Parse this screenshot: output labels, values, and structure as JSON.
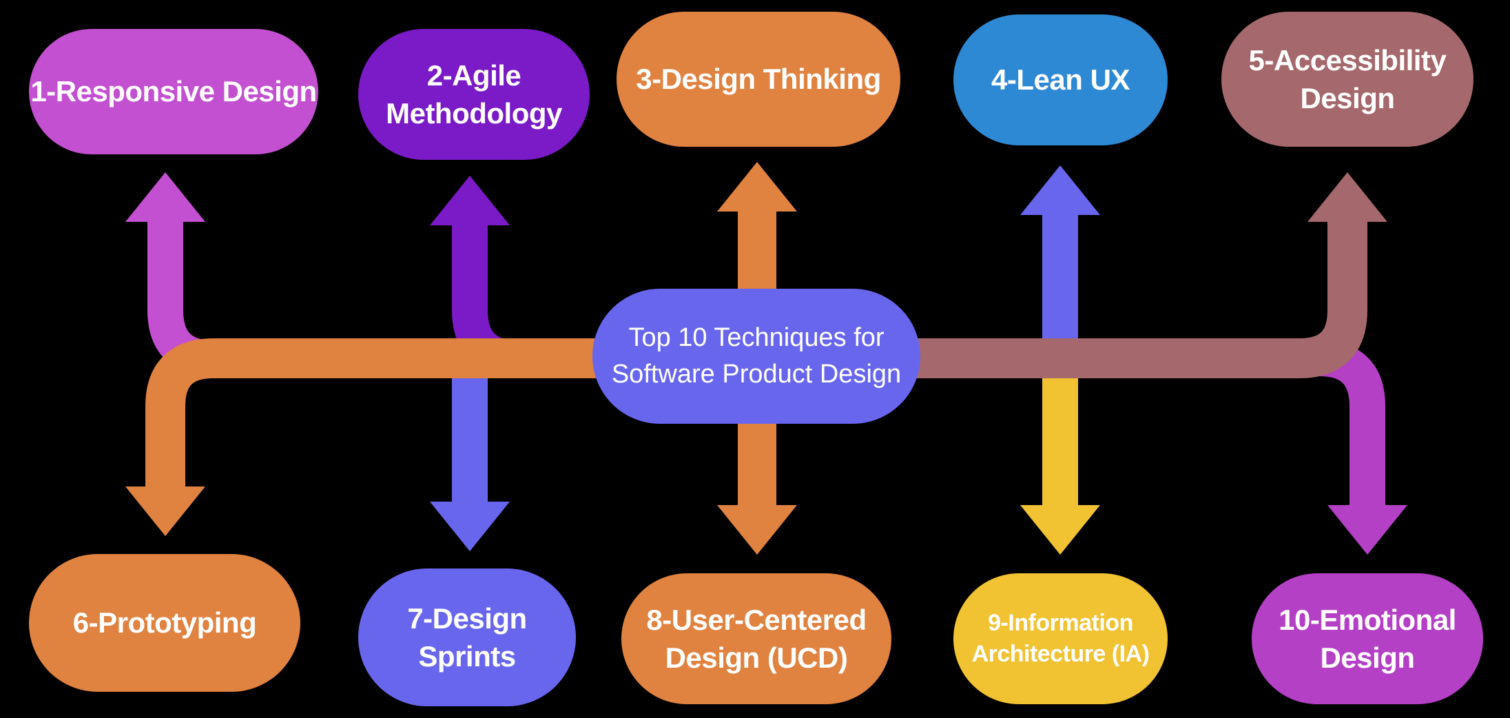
{
  "palette": {
    "background": "#000000",
    "text": "#ffffff",
    "magenta": "#c34fd1",
    "purple": "#7b1ac7",
    "orange": "#e08240",
    "blue": "#2e89d5",
    "mauve": "#a5686c",
    "violet": "#6966ee",
    "gold": "#f1c232",
    "magenta2": "#b440c6"
  },
  "center_node": {
    "label": "Top 10 Techniques for Software Product Design",
    "lines": [
      "Top 10 Techniques for",
      "Software Product Design"
    ],
    "color": "violet"
  },
  "nodes": [
    {
      "label": "1-Responsive Design",
      "lines": [
        "1-Responsive Design"
      ],
      "color": "magenta",
      "row": "top"
    },
    {
      "label": "2-Agile Methodology",
      "lines": [
        "2-Agile",
        "Methodology"
      ],
      "color": "purple",
      "row": "top"
    },
    {
      "label": "3-Design Thinking",
      "lines": [
        "3-Design Thinking"
      ],
      "color": "orange",
      "row": "top"
    },
    {
      "label": "4-Lean UX",
      "lines": [
        "4-Lean UX"
      ],
      "color": "blue",
      "row": "top"
    },
    {
      "label": "5-Accessibility Design",
      "lines": [
        "5-Accessibility",
        "Design"
      ],
      "color": "mauve",
      "row": "top"
    },
    {
      "label": "6-Prototyping",
      "lines": [
        "6-Prototyping"
      ],
      "color": "orange",
      "row": "bottom"
    },
    {
      "label": "7-Design Sprints",
      "lines": [
        "7-Design",
        "Sprints"
      ],
      "color": "violet",
      "row": "bottom"
    },
    {
      "label": "8-User-Centered Design (UCD)",
      "lines": [
        "8-User-Centered",
        "Design (UCD)"
      ],
      "color": "orange",
      "row": "bottom"
    },
    {
      "label": "9-Information Architecture (IA)",
      "lines": [
        "9-Information",
        "Architecture (IA)"
      ],
      "color": "gold",
      "row": "bottom"
    },
    {
      "label": "10-Emotional Design",
      "lines": [
        "10-Emotional",
        "Design"
      ],
      "color": "magenta2",
      "row": "bottom"
    }
  ],
  "connectors": [
    {
      "to": "1-Responsive Design",
      "direction": "up",
      "color": "magenta"
    },
    {
      "to": "2-Agile Methodology",
      "direction": "up",
      "color": "purple"
    },
    {
      "to": "3-Design Thinking",
      "direction": "up",
      "color": "orange"
    },
    {
      "to": "4-Lean UX",
      "direction": "up",
      "color": "violet"
    },
    {
      "to": "5-Accessibility Design",
      "direction": "up",
      "color": "mauve"
    },
    {
      "to": "6-Prototyping",
      "direction": "down",
      "color": "orange"
    },
    {
      "to": "7-Design Sprints",
      "direction": "down",
      "color": "violet"
    },
    {
      "to": "8-User-Centered Design (UCD)",
      "direction": "down",
      "color": "orange"
    },
    {
      "to": "9-Information Architecture (IA)",
      "direction": "down",
      "color": "gold"
    },
    {
      "to": "10-Emotional Design",
      "direction": "down",
      "color": "magenta2"
    }
  ]
}
